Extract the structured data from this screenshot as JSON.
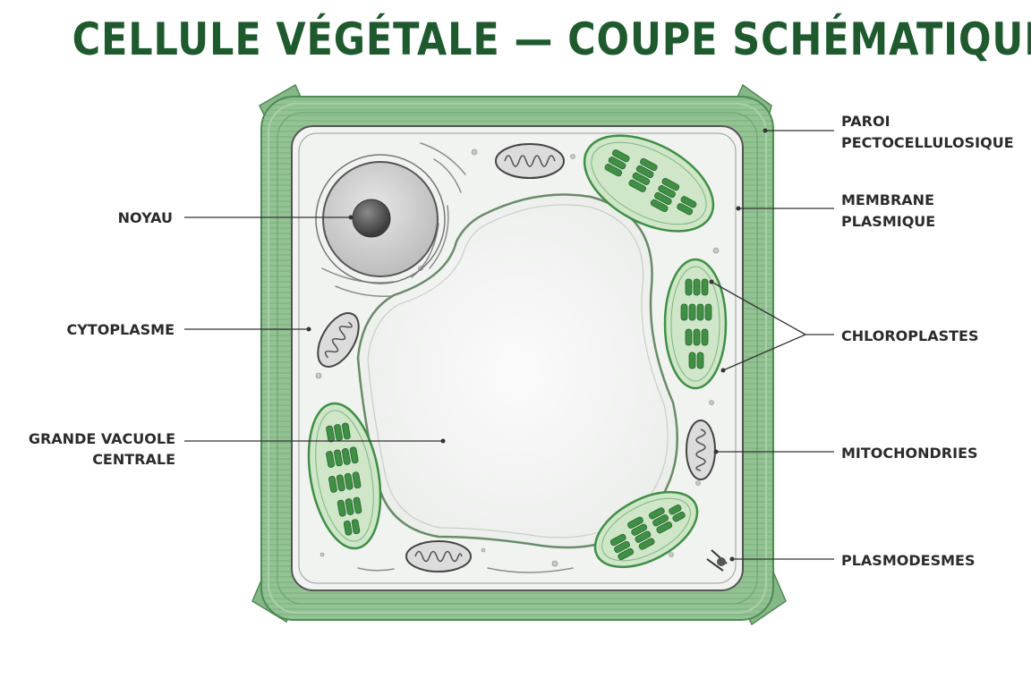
{
  "title": "CELLULE VÉGÉTALE — COUPE SCHÉMATIQUE",
  "labels": {
    "noyau": "NOYAU",
    "cytoplasme": "CYTOPLASME",
    "vacuole_line1": "GRANDE VACUOLE",
    "vacuole_line2": "CENTRALE",
    "paroi_line1": "PAROI",
    "paroi_line2": "PECTOCELLULOSIQUE",
    "membrane_line1": "MEMBRANE",
    "membrane_line2": "PLASMIQUE",
    "chloroplastes": "CHLOROPLASTES",
    "mitochondries": "MITOCHONDRIES",
    "plasmodesmes": "PLASMODESMES"
  },
  "colors": {
    "title": "#1e5a2e",
    "wall": "#8fbf8f",
    "wall_dark": "#4f8a55",
    "cytoplasm": "#f1f3f1",
    "vacuole": "#f8f9f8",
    "chloroplast": "#cfe6c8",
    "thylakoid": "#3f8f45",
    "mitochondrion": "#dcdcdc",
    "nucleus": "#d8d8d8"
  }
}
